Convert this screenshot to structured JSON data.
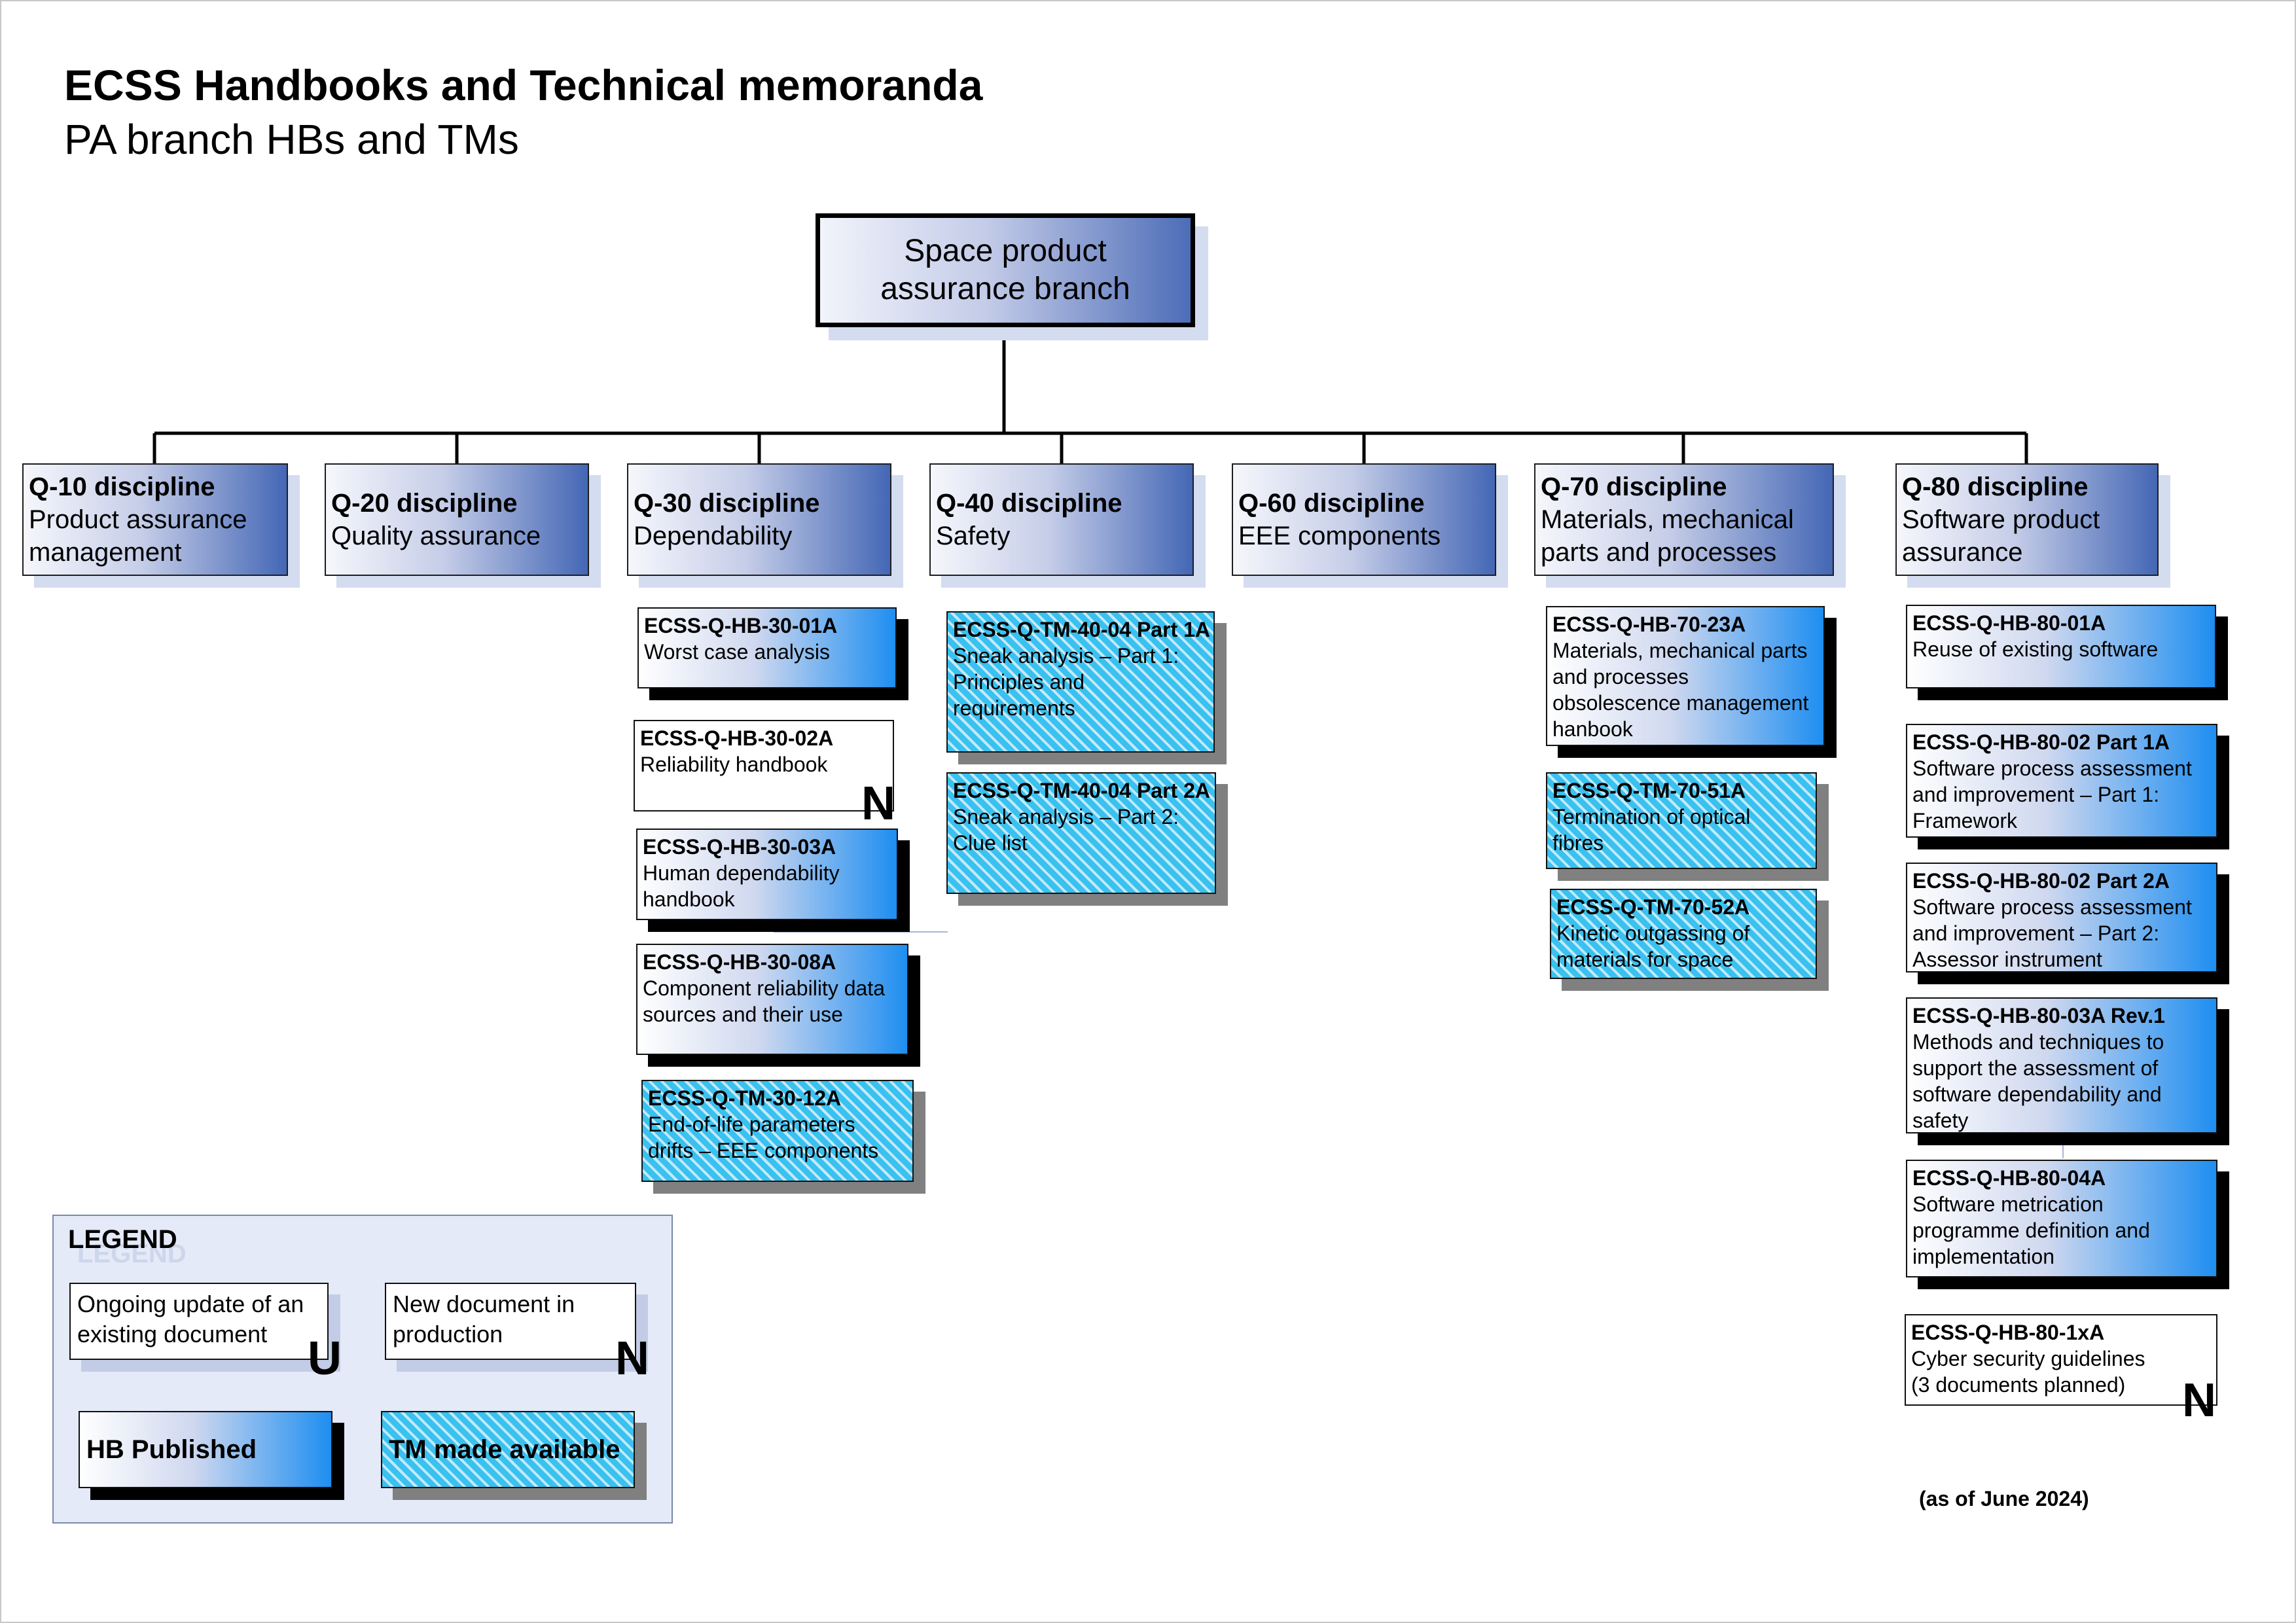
{
  "header": {
    "title": "ECSS Handbooks and Technical memoranda",
    "subtitle": "PA branch HBs and TMs"
  },
  "root": {
    "label": "Space product assurance branch"
  },
  "disciplines": [
    {
      "code": "Q-10 discipline",
      "name": "Product assurance management"
    },
    {
      "code": "Q-20 discipline",
      "name": "Quality assurance"
    },
    {
      "code": "Q-30 discipline",
      "name": "Dependability"
    },
    {
      "code": "Q-40 discipline",
      "name": "Safety"
    },
    {
      "code": "Q-60 discipline",
      "name": "EEE components"
    },
    {
      "code": "Q-70 discipline",
      "name": "Materials, mechanical parts and processes"
    },
    {
      "code": "Q-80 discipline",
      "name": "Software product assurance"
    }
  ],
  "documents": {
    "q30": [
      {
        "code": "ECSS-Q-HB-30-01A",
        "desc": "Worst case analysis",
        "status": "hb"
      },
      {
        "code": "ECSS-Q-HB-30-02A",
        "desc": "Reliability handbook",
        "status": "new",
        "badge": "N"
      },
      {
        "code": "ECSS-Q-HB-30-03A",
        "desc": "Human dependability\nhandbook",
        "status": "hb"
      },
      {
        "code": "ECSS-Q-HB-30-08A",
        "desc": "Component reliability data\nsources and their use",
        "status": "hb"
      },
      {
        "code": "ECSS-Q-TM-30-12A",
        "desc": "End-of-life parameters\ndrifts – EEE components",
        "status": "tm"
      }
    ],
    "q40": [
      {
        "code": "ECSS-Q-TM-40-04 Part 1A",
        "desc": "Sneak analysis – Part 1:\nPrinciples and\nrequirements",
        "status": "tm"
      },
      {
        "code": "ECSS-Q-TM-40-04 Part 2A",
        "desc": "Sneak analysis – Part 2:\nClue list",
        "status": "tm"
      }
    ],
    "q70": [
      {
        "code": "ECSS-Q-HB-70-23A",
        "desc": "Materials, mechanical parts\nand processes\nobsolescence management\nhanbook",
        "status": "hb"
      },
      {
        "code": "ECSS-Q-TM-70-51A",
        "desc": "Termination of optical\nfibres",
        "status": "tm"
      },
      {
        "code": "ECSS-Q-TM-70-52A",
        "desc": "Kinetic outgassing of\nmaterials for space",
        "status": "tm"
      }
    ],
    "q80": [
      {
        "code": "ECSS-Q-HB-80-01A",
        "desc": "Reuse of existing software",
        "status": "hb"
      },
      {
        "code": "ECSS-Q-HB-80-02 Part 1A",
        "desc": "Software process assessment\nand improvement – Part 1:\nFramework",
        "status": "hb"
      },
      {
        "code": "ECSS-Q-HB-80-02 Part 2A",
        "desc": "Software process assessment\nand improvement – Part 2:\nAssessor instrument",
        "status": "hb"
      },
      {
        "code": "ECSS-Q-HB-80-03A Rev.1",
        "desc": "Methods and techniques to\nsupport the assessment of\nsoftware dependability and\nsafety",
        "status": "hb"
      },
      {
        "code": "ECSS-Q-HB-80-04A",
        "desc": "Software metrication\nprogramme definition and\nimplementation",
        "status": "hb"
      },
      {
        "code": "ECSS-Q-HB-80-1xA",
        "desc": "Cyber security guidelines\n(3 documents planned)",
        "status": "new",
        "badge": "N"
      }
    ]
  },
  "legend": {
    "title": "LEGEND",
    "ghost": "LEGEND",
    "update": {
      "label": "Ongoing update of an existing document",
      "badge": "U"
    },
    "new": {
      "label": "New document in production",
      "badge": "N"
    },
    "hb": {
      "label": "HB Published"
    },
    "tm": {
      "label": "TM made available"
    }
  },
  "footnote": "(as of June 2024)",
  "colors": {
    "hb_gradient_end": "#1e8ef0",
    "tm_stripe": "#39c1ef",
    "discipline_gradient_end": "#4467b5",
    "legend_bg": "#e4eaf7"
  }
}
